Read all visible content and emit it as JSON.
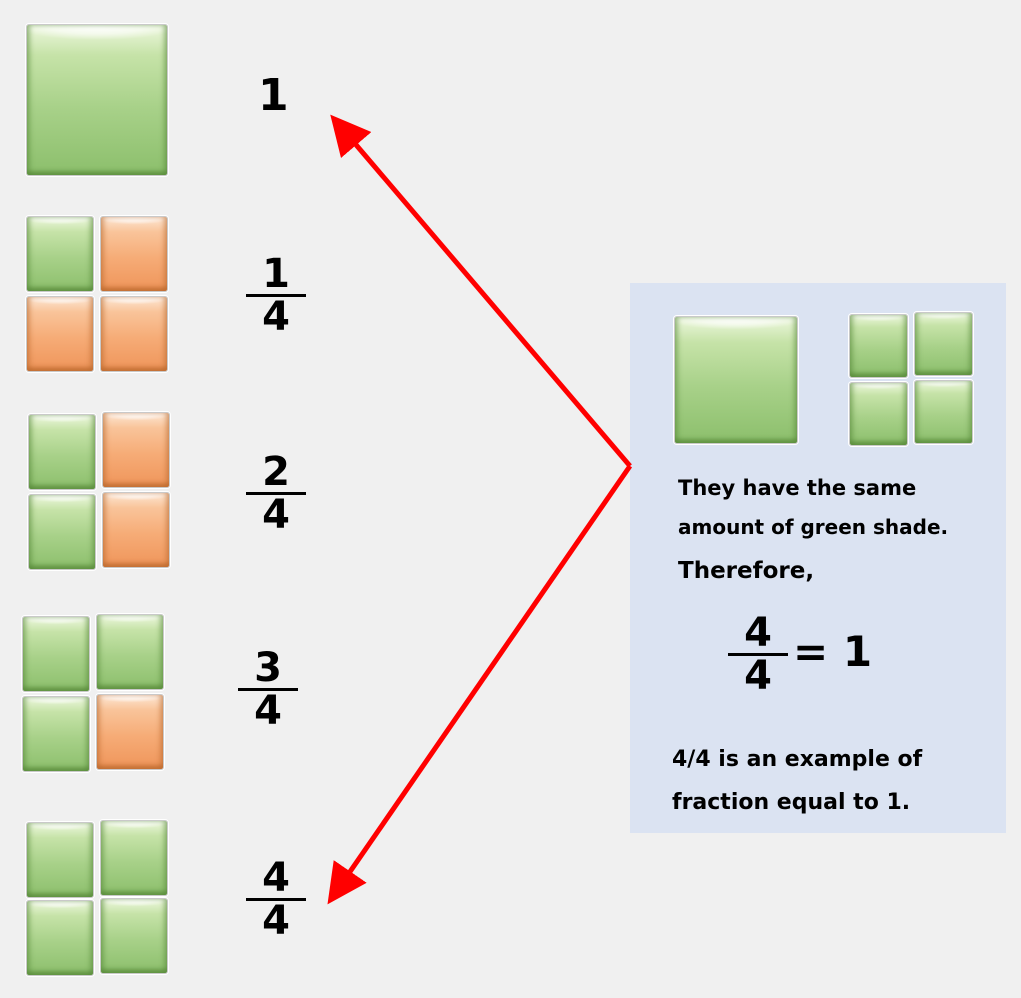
{
  "fractions": {
    "row1": "1",
    "row2": {
      "num": "1",
      "den": "4"
    },
    "row3": {
      "num": "2",
      "den": "4"
    },
    "row4": {
      "num": "3",
      "den": "4"
    },
    "row5": {
      "num": "4",
      "den": "4"
    }
  },
  "panel": {
    "line1": "They have the same",
    "line2": "amount of green shade.",
    "line3": "Therefore,",
    "eq_num": "4",
    "eq_den": "4",
    "eq_rhs": "= 1",
    "conclusion1": "4/4 is an example of",
    "conclusion2": "fraction equal to 1."
  },
  "colors": {
    "green_tile": "#a8d189",
    "orange_tile": "#f6ac77",
    "arrow": "#ff0000",
    "panel_bg": "#dbe3f2",
    "page_bg": "#f0f0f0"
  }
}
